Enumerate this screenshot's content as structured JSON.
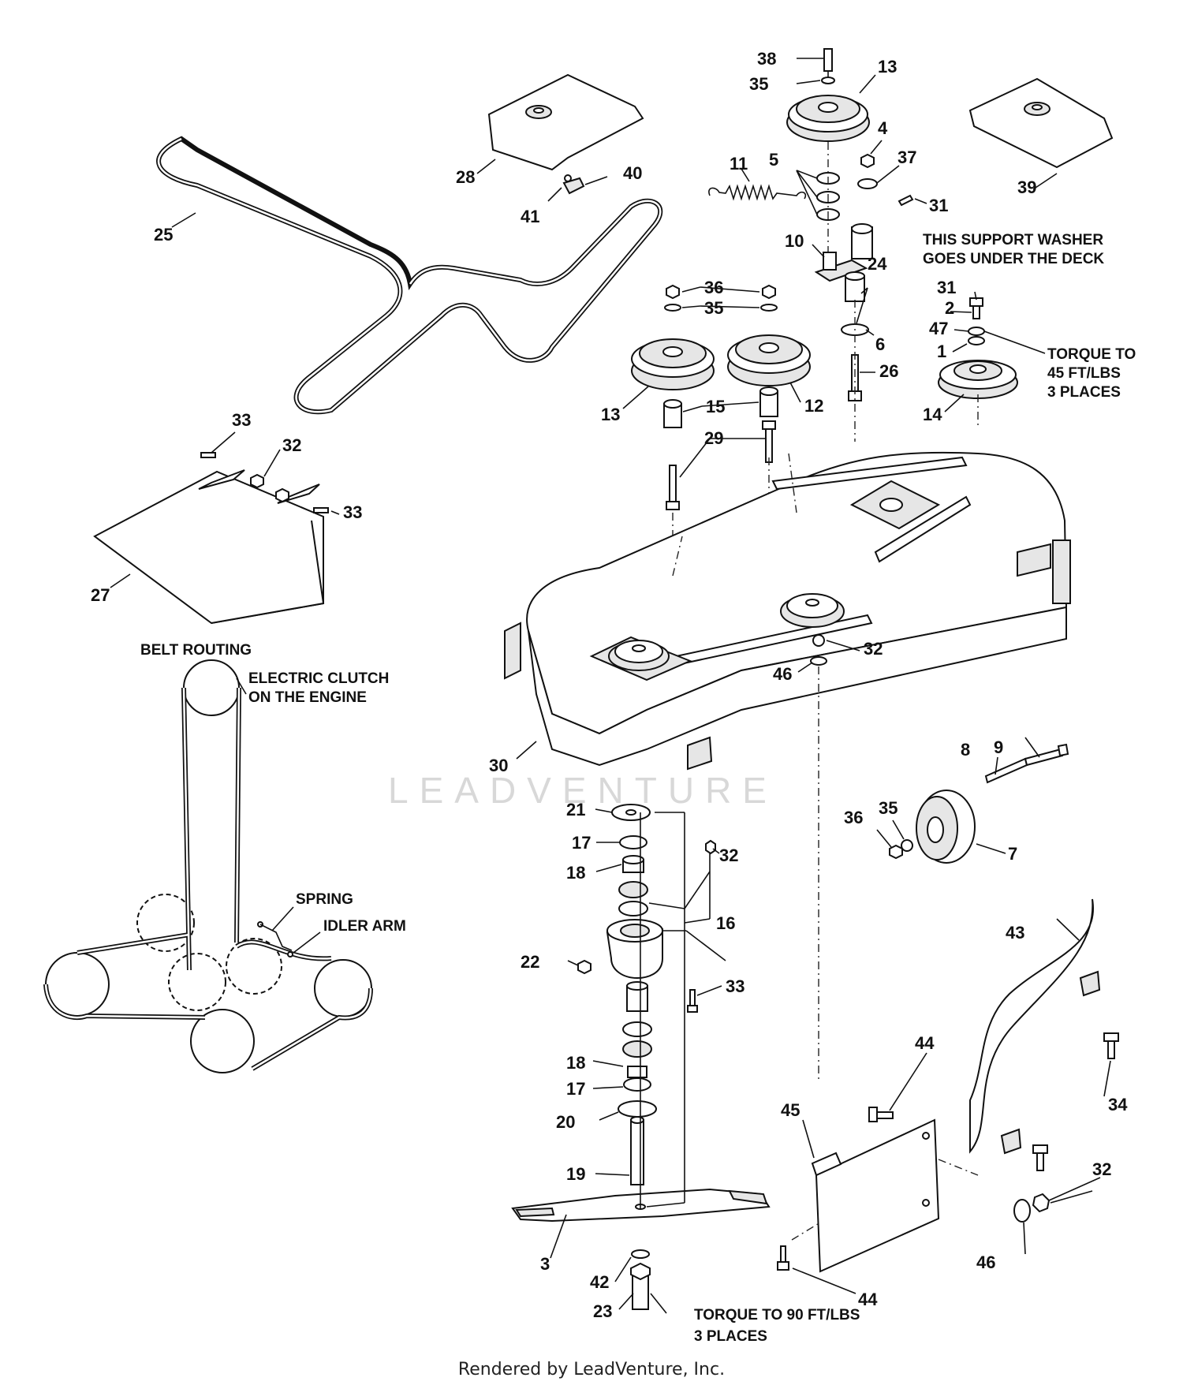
{
  "callouts": [
    {
      "id": "c1",
      "text": "1"
    },
    {
      "id": "c2",
      "text": "2"
    },
    {
      "id": "c3",
      "text": "3"
    },
    {
      "id": "c4",
      "text": "4"
    },
    {
      "id": "c5",
      "text": "5"
    },
    {
      "id": "c6",
      "text": "6"
    },
    {
      "id": "c7",
      "text": "7"
    },
    {
      "id": "c8",
      "text": "8"
    },
    {
      "id": "c9",
      "text": "9"
    },
    {
      "id": "c10",
      "text": "10"
    },
    {
      "id": "c11",
      "text": "11"
    },
    {
      "id": "c12",
      "text": "12"
    },
    {
      "id": "c13a",
      "text": "13"
    },
    {
      "id": "c13b",
      "text": "13"
    },
    {
      "id": "c14",
      "text": "14"
    },
    {
      "id": "c15",
      "text": "15"
    },
    {
      "id": "c16",
      "text": "16"
    },
    {
      "id": "c17a",
      "text": "17"
    },
    {
      "id": "c17b",
      "text": "17"
    },
    {
      "id": "c18a",
      "text": "18"
    },
    {
      "id": "c18b",
      "text": "18"
    },
    {
      "id": "c19",
      "text": "19"
    },
    {
      "id": "c20",
      "text": "20"
    },
    {
      "id": "c21",
      "text": "21"
    },
    {
      "id": "c22",
      "text": "22"
    },
    {
      "id": "c23",
      "text": "23"
    },
    {
      "id": "c24",
      "text": "24"
    },
    {
      "id": "c25",
      "text": "25"
    },
    {
      "id": "c26",
      "text": "26"
    },
    {
      "id": "c27",
      "text": "27"
    },
    {
      "id": "c28",
      "text": "28"
    },
    {
      "id": "c29",
      "text": "29"
    },
    {
      "id": "c30",
      "text": "30"
    },
    {
      "id": "c31a",
      "text": "31"
    },
    {
      "id": "c31b",
      "text": "31"
    },
    {
      "id": "c32a",
      "text": "32"
    },
    {
      "id": "c32b",
      "text": "32"
    },
    {
      "id": "c32c",
      "text": "32"
    },
    {
      "id": "c32d",
      "text": "32"
    },
    {
      "id": "c33a",
      "text": "33"
    },
    {
      "id": "c33b",
      "text": "33"
    },
    {
      "id": "c33c",
      "text": "33"
    },
    {
      "id": "c34",
      "text": "34"
    },
    {
      "id": "c35a",
      "text": "35"
    },
    {
      "id": "c35b",
      "text": "35"
    },
    {
      "id": "c35c",
      "text": "35"
    },
    {
      "id": "c36a",
      "text": "36"
    },
    {
      "id": "c36b",
      "text": "36"
    },
    {
      "id": "c37",
      "text": "37"
    },
    {
      "id": "c38",
      "text": "38"
    },
    {
      "id": "c39",
      "text": "39"
    },
    {
      "id": "c40",
      "text": "40"
    },
    {
      "id": "c41",
      "text": "41"
    },
    {
      "id": "c42",
      "text": "42"
    },
    {
      "id": "c43",
      "text": "43"
    },
    {
      "id": "c44a",
      "text": "44"
    },
    {
      "id": "c44b",
      "text": "44"
    },
    {
      "id": "c45",
      "text": "45"
    },
    {
      "id": "c46a",
      "text": "46"
    },
    {
      "id": "c46b",
      "text": "46"
    },
    {
      "id": "c47",
      "text": "47"
    }
  ],
  "notes": {
    "support_washer_1": "THIS SUPPORT WASHER",
    "support_washer_2": "GOES UNDER THE DECK",
    "torque45_1": "TORQUE TO",
    "torque45_2": "45 FT/LBS",
    "torque45_3": "3 PLACES",
    "torque90_1": "TORQUE TO 90 FT/LBS",
    "torque90_2": "3 PLACES",
    "belt_routing": "BELT ROUTING",
    "clutch_1": "ELECTRIC CLUTCH",
    "clutch_2": "ON THE ENGINE",
    "spring": "SPRING",
    "idler_arm": "IDLER ARM"
  },
  "watermark": "LEADVENTURE",
  "footer": "Rendered by LeadVenture, Inc."
}
